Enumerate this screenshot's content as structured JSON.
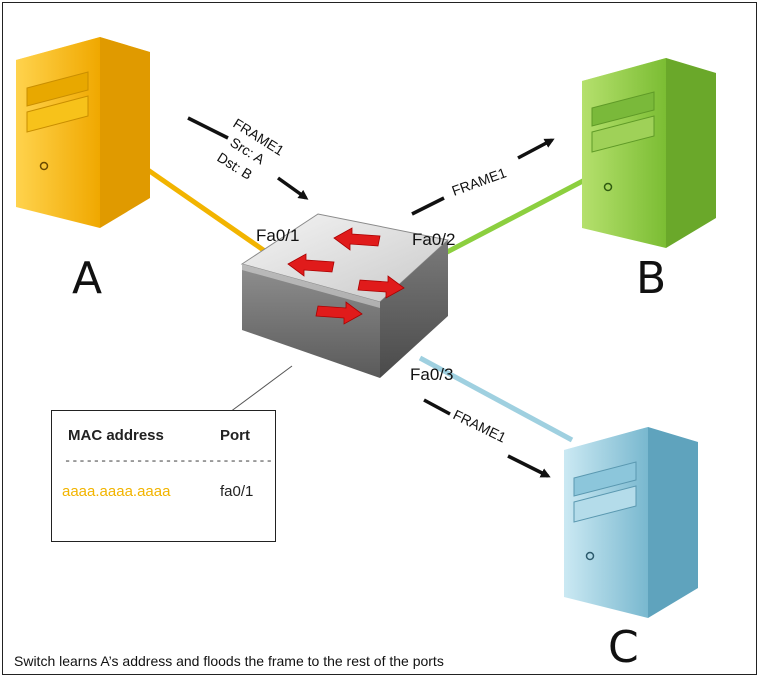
{
  "hosts": {
    "a": "A",
    "b": "B",
    "c": "C"
  },
  "ports": {
    "p1": "Fa0/1",
    "p2": "Fa0/2",
    "p3": "Fa0/3"
  },
  "frames": {
    "incoming": {
      "name": "FRAME1",
      "src": "Src: A",
      "dst": "Dst: B"
    },
    "to_b": "FRAME1",
    "to_c": "FRAME1"
  },
  "mac_table": {
    "header_mac": "MAC address",
    "header_port": "Port",
    "separator": "-----------------------------",
    "rows": [
      {
        "mac": "aaaa.aaaa.aaaa",
        "port": "fa0/1"
      }
    ]
  },
  "caption": "Switch learns A’s address and floods the frame to the rest of the ports",
  "colors": {
    "host_a": "#f7b500",
    "host_b": "#8dc63f",
    "host_c": "#7fbfd6",
    "link_a": "#f2b400",
    "link_b": "#8ccf3f",
    "link_c": "#9fd0e0",
    "arrow": "#e01b1b",
    "mac_highlight": "#f2b400"
  }
}
